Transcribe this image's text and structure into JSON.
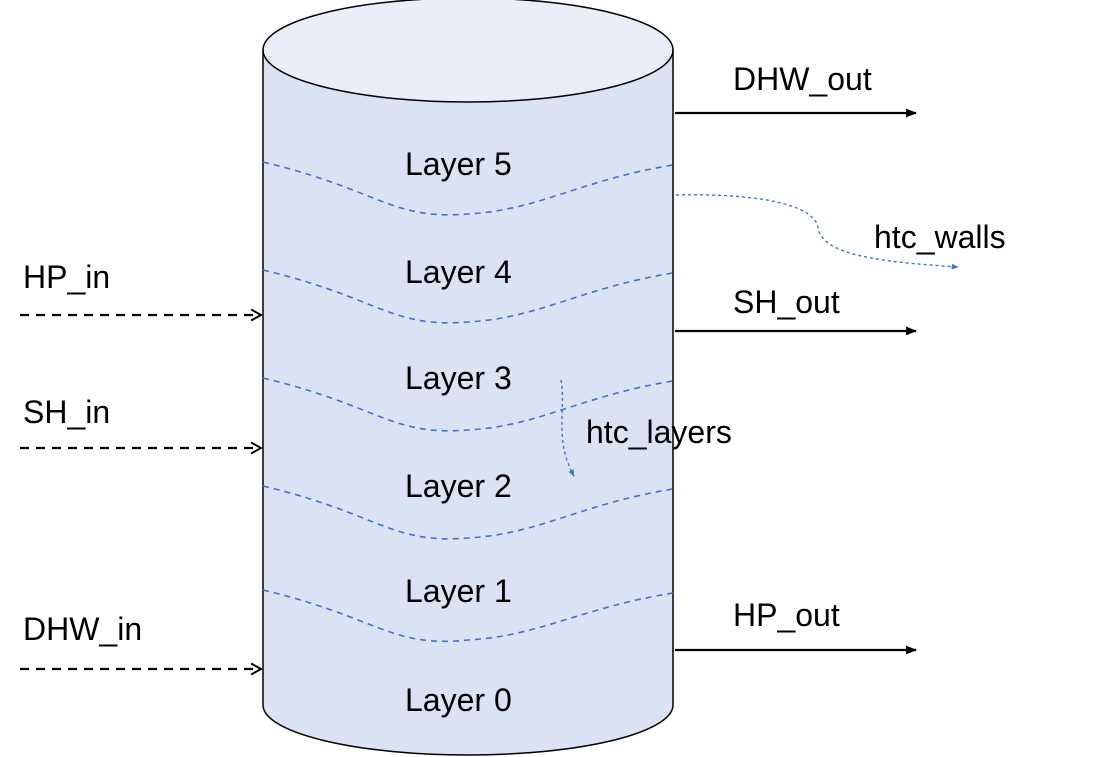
{
  "colors": {
    "tank_fill": "#dae3f3",
    "tank_top_fill": "#e9eef8",
    "tank_stroke": "#000000",
    "layer_divider": "#4472c4",
    "heat_arrow": "#4472c4",
    "flow_arrow": "#000000"
  },
  "tank": {
    "layers": [
      {
        "label": "Layer 5"
      },
      {
        "label": "Layer 4"
      },
      {
        "label": "Layer 3"
      },
      {
        "label": "Layer 2"
      },
      {
        "label": "Layer 1"
      },
      {
        "label": "Layer 0"
      }
    ]
  },
  "inlets": [
    {
      "label": "HP_in"
    },
    {
      "label": "SH_in"
    },
    {
      "label": "DHW_in"
    }
  ],
  "outlets": [
    {
      "label": "DHW_out"
    },
    {
      "label": "SH_out"
    },
    {
      "label": "HP_out"
    }
  ],
  "heat_transfer": {
    "walls_label": "htc_walls",
    "layers_label": "htc_layers"
  }
}
